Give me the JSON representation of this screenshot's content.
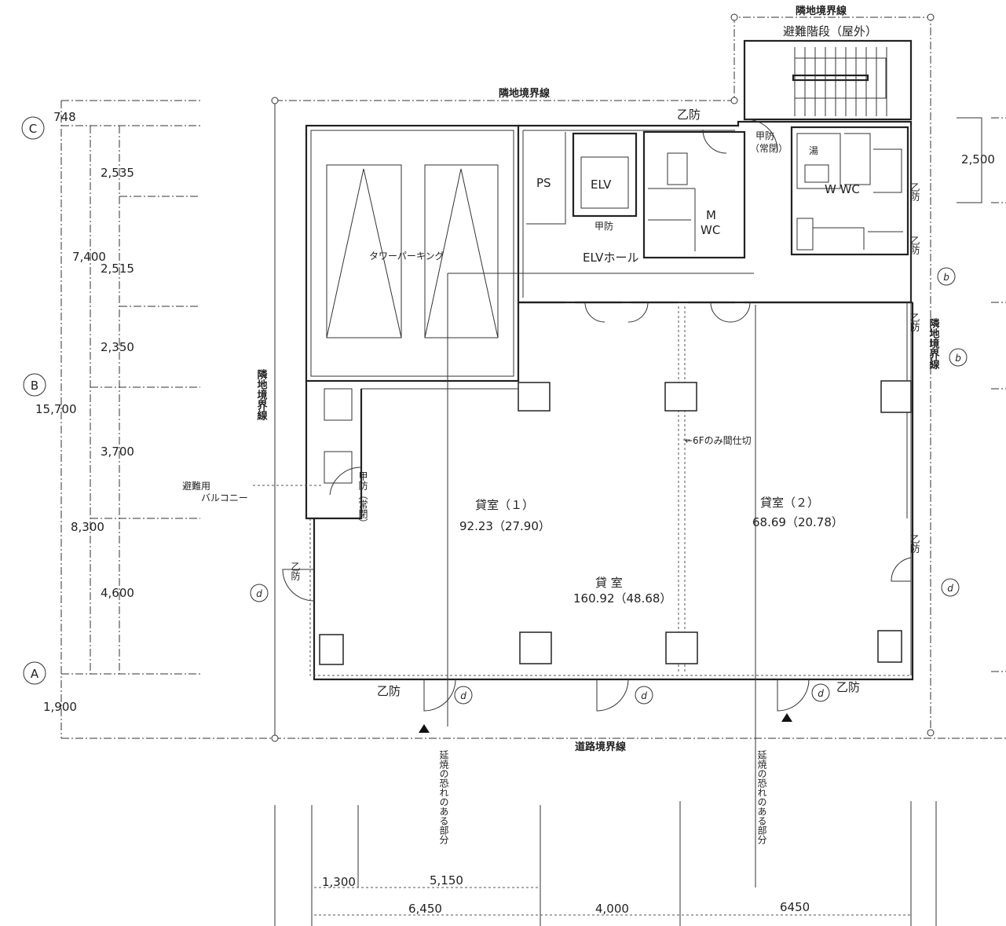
{
  "boundaries": {
    "neighbor_top_right": "隣地境界線",
    "neighbor_top": "隣地境界線",
    "neighbor_left": "隣地境界線",
    "neighbor_right": "隣地境界線",
    "road": "道路境界線"
  },
  "rooms": {
    "stair": "避難階段（屋外）",
    "ps": "PS",
    "elv": "ELV",
    "elv_hall": "ELVホール",
    "m_wc_1": "M",
    "m_wc_2": "WC",
    "yu": "湯",
    "w_wc": "W WC",
    "tower_parking": "タワーパーキング",
    "balcony_1": "避難用",
    "balcony_2": "バルコニー",
    "partition_note": "←6Fのみ間仕切",
    "rent1_name": "貸室（１）",
    "rent1_area": "92.23（27.90）",
    "rent_name": "貸 室",
    "rent_area": "160.92（48.68）",
    "rent2_name": "貸室（２）",
    "rent2_area": "68.69（20.78）"
  },
  "doors": {
    "otsubo": "乙防",
    "kobo": "甲防",
    "kobo_closed_1": "甲防",
    "kobo_closed_2": "（常閉）",
    "kobo_closed_v": "甲防（常閉）"
  },
  "markers": {
    "d": "d",
    "b": "b"
  },
  "grid": {
    "c": "C",
    "b": "B",
    "a": "A"
  },
  "dims_left": {
    "d748": "748",
    "d2535": "2,535",
    "d7400": "7,400",
    "d2515": "2,515",
    "d2350": "2,350",
    "d15700": "15,700",
    "d3700": "3,700",
    "d8300": "8,300",
    "d4600": "4,600",
    "d1900": "1,900"
  },
  "dims_right": {
    "d2500": "2,500"
  },
  "dims_bottom": {
    "d1300": "1,300",
    "d5150": "5,150",
    "d6450a": "6,450",
    "d4000": "4,000",
    "d6450b": "6450"
  },
  "notes": {
    "fire_spread_left": "延焼の恐れのある部分",
    "fire_spread_right": "延焼の恐れのある部分"
  }
}
